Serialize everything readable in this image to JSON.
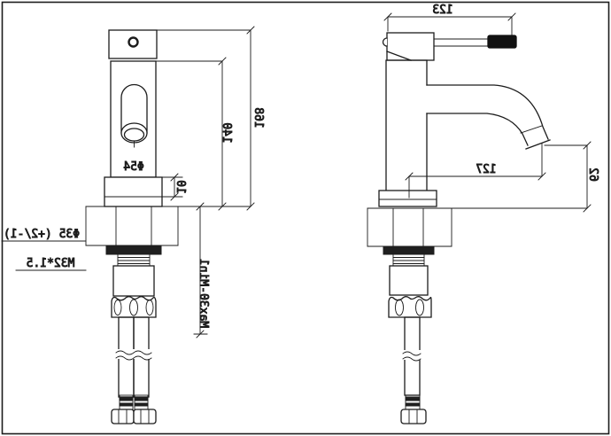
{
  "drawing": {
    "type": "faucet technical installation drawing, mirrored text",
    "colors": {
      "line": "#1c1c1c",
      "background": "#ffffff",
      "grip_fill": "#111111",
      "gasket_fill": "#1f1f1f"
    }
  },
  "dimensions": {
    "front": {
      "total_height": "168",
      "upper_height": "140",
      "body_diameter": "Φ54",
      "base_height": "10",
      "hole_diameter": "Φ35 (+2/-1)",
      "thread_spec": "M32*1.5",
      "clamp_range": "Max30-Min1"
    },
    "side": {
      "overall_depth": "123",
      "spout_reach": "127",
      "spout_height": "62"
    }
  }
}
